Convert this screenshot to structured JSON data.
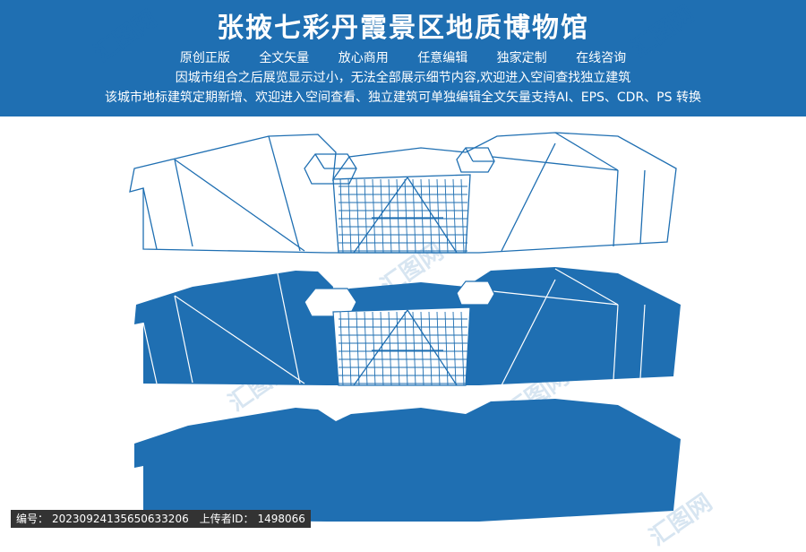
{
  "header": {
    "title": "张掖七彩丹霞景区地质博物馆",
    "tags": [
      "原创正版",
      "全文矢量",
      "放心商用",
      "任意编辑",
      "独家定制",
      "在线咨询"
    ],
    "line2": "因城市组合之后展览显示过小，无法全部展示细节内容,欢迎进入空间查找独立建筑",
    "line3": "该城市地标建筑定期新增、欢迎进入空间查看、独立建筑可单独编辑全文矢量支持AI、EPS、CDR、PS 转换"
  },
  "footer": {
    "id_label": "编号：",
    "id_value": "20230924135650633206",
    "uploader_label": "上传者ID：",
    "uploader_value": "1498066"
  },
  "watermark": "汇图网",
  "colors": {
    "brand": "#1f6fb2",
    "outline": "#1f6fb2",
    "white": "#ffffff"
  }
}
